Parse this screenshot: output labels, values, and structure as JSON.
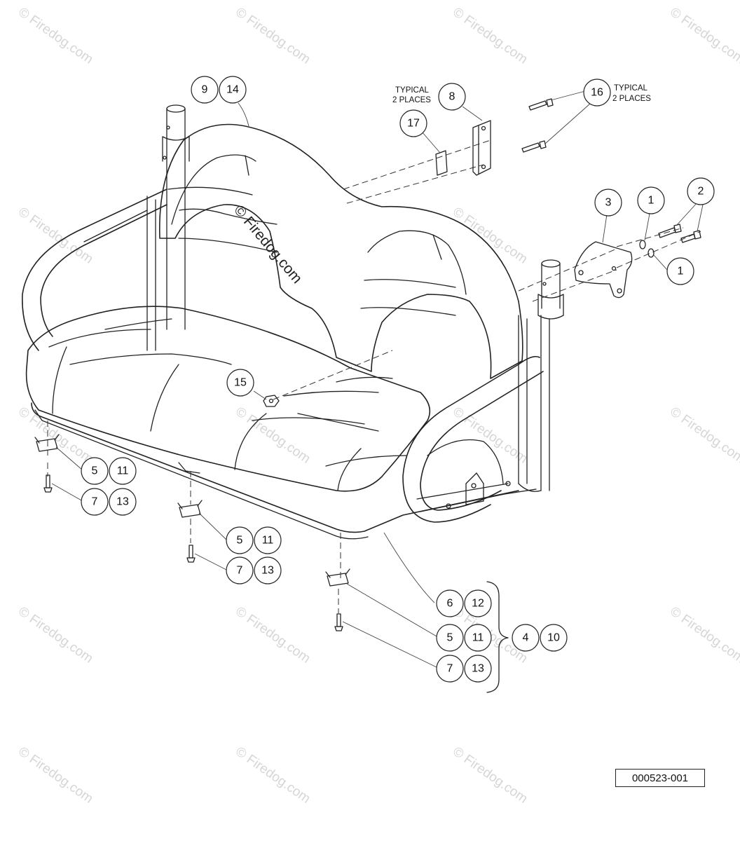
{
  "watermark": {
    "corner_text": "© Firedog.com",
    "center_text": "© Firedog.com"
  },
  "notes": {
    "typical_8_line1": "TYPICAL",
    "typical_8_line2": "2 PLACES",
    "typical_16_line1": "TYPICAL",
    "typical_16_line2": "2 PLACES"
  },
  "callouts": [
    {
      "label": "9"
    },
    {
      "label": "14"
    },
    {
      "label": "8"
    },
    {
      "label": "17"
    },
    {
      "label": "16"
    },
    {
      "label": "3"
    },
    {
      "label": "1"
    },
    {
      "label": "2"
    },
    {
      "label": "1"
    },
    {
      "label": "15"
    },
    {
      "label": "5"
    },
    {
      "label": "11"
    },
    {
      "label": "7"
    },
    {
      "label": "13"
    },
    {
      "label": "5"
    },
    {
      "label": "11"
    },
    {
      "label": "7"
    },
    {
      "label": "13"
    },
    {
      "label": "6"
    },
    {
      "label": "12"
    },
    {
      "label": "5"
    },
    {
      "label": "11"
    },
    {
      "label": "7"
    },
    {
      "label": "13"
    },
    {
      "label": "4"
    },
    {
      "label": "10"
    }
  ],
  "drawing_number": "000523-001"
}
